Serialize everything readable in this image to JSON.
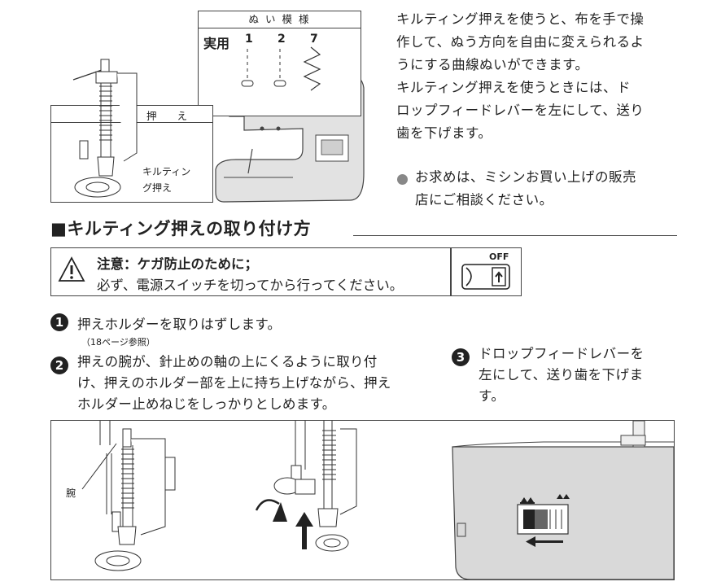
{
  "pattern_box": {
    "title": "ぬ い 模 様",
    "label": "実用",
    "numbers": [
      "1",
      "2",
      "7"
    ]
  },
  "foot_box": {
    "header": "押　　え",
    "name_line1": "キルティン",
    "name_line2": "グ押え"
  },
  "intro": {
    "lines": [
      "キルティング押えを使うと、布を手で操",
      "作して、ぬう方向を自由に変えられるよ",
      "うにする曲線ぬいができます。",
      "キルティング押えを使うときには、ド",
      "ロップフィードレバーを左にして、送り",
      "歯を下げます。"
    ],
    "note_line1": "お求めは、ミシンお買い上げの販売",
    "note_line2": "店にご相談ください。"
  },
  "section": {
    "title": "■キルティング押えの取り付け方"
  },
  "caution": {
    "title": "注意：ケガ防止のために；",
    "text": "必ず、電源スイッチを切ってから行ってください。",
    "switch_label": "OFF"
  },
  "steps": [
    {
      "num": "1",
      "lines": [
        "押えホルダーを取りはずします。"
      ],
      "sub": "（18ページ参照）"
    },
    {
      "num": "2",
      "lines": [
        "押えの腕が、針止めの軸の上にくるように取り付",
        "け、押えのホルダー部を上に持ち上げながら、押え",
        "ホルダー止めねじをしっかりとしめます。"
      ]
    },
    {
      "num": "3",
      "lines": [
        "ドロップフィードレバーを",
        "左にして、送り歯を下げま",
        "す。"
      ]
    }
  ],
  "bottom": {
    "arm_label": "腕"
  },
  "colors": {
    "text": "#222222",
    "gray_bar": "#9a9a9a",
    "machine_gray": "#d9d9d9"
  }
}
